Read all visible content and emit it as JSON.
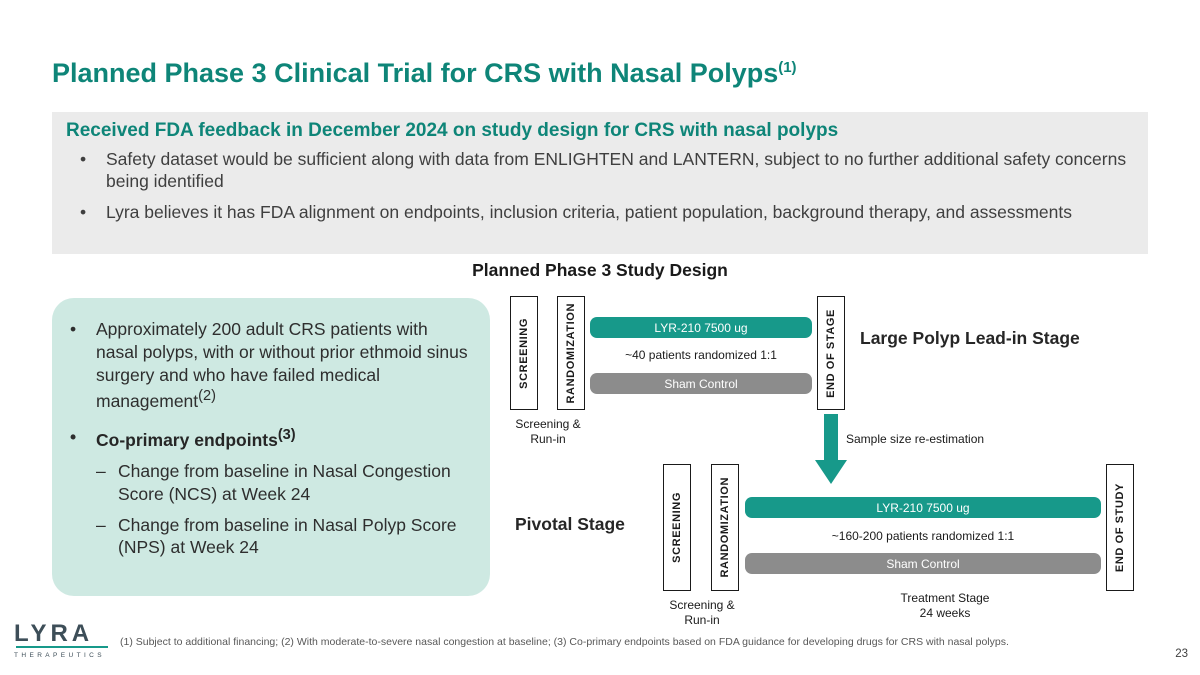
{
  "slide": {
    "title": "Planned Phase 3 Clinical Trial for CRS with Nasal Polyps",
    "title_sup": "(1)",
    "page_number": "23"
  },
  "fda_box": {
    "heading": "Received FDA feedback in December 2024 on study design for CRS with nasal polyps",
    "bullet_marker": "•",
    "bullets": [
      "Safety dataset would be sufficient along with data from ENLIGHTEN and LANTERN, subject to no further additional safety concerns being identified",
      "Lyra believes it has FDA alignment on endpoints, inclusion criteria, patient population, background therapy, and assessments"
    ]
  },
  "study_design": {
    "heading": "Planned Phase 3 Study Design",
    "left_panel": {
      "bullet_marker": "•",
      "dash_marker": "–",
      "bullet1": "Approximately 200 adult CRS patients with nasal polyps, with or without prior ethmoid sinus surgery and who have failed medical management",
      "bullet1_sup": "(2)",
      "bullet2": "Co-primary endpoints",
      "bullet2_sup": "(3)",
      "sub_bullets": [
        "Change from baseline in Nasal Congestion Score (NCS) at Week 24",
        "Change from baseline in Nasal Polyp Score (NPS) at Week 24"
      ]
    },
    "lead_in": {
      "screening": "SCREENING",
      "randomization": "RANDOMIZATION",
      "treatment_bar": "LYR-210 7500 ug",
      "patients": "~40 patients randomized 1:1",
      "control_bar": "Sham Control",
      "end_box": "END OF STAGE",
      "stage_label": "Large Polyp Lead-in Stage",
      "screening_caption": "Screening & Run-in",
      "arrow_label": "Sample size re-estimation"
    },
    "pivotal": {
      "stage_label": "Pivotal Stage",
      "screening": "SCREENING",
      "randomization": "RANDOMIZATION",
      "treatment_bar": "LYR-210 7500 ug",
      "patients": "~160-200 patients randomized 1:1",
      "control_bar": "Sham Control",
      "end_box": "END OF STUDY",
      "screening_caption": "Screening & Run-in",
      "treatment_caption_line1": "Treatment Stage",
      "treatment_caption_line2": "24 weeks"
    }
  },
  "footer": {
    "logo_text": "LYRA",
    "logo_sub": "THERAPEUTICS",
    "footnote": "(1) Subject to additional financing; (2) With moderate-to-severe nasal congestion at baseline; (3) Co-primary endpoints based on FDA guidance for developing drugs for CRS with nasal polyps."
  },
  "colors": {
    "brand_teal": "#0e8578",
    "bar_teal": "#17998a",
    "panel_teal": "#cee9e2",
    "gray_box": "#ebebeb",
    "gray_bar": "#8c8c8c",
    "logo_slate": "#3d4e58"
  }
}
